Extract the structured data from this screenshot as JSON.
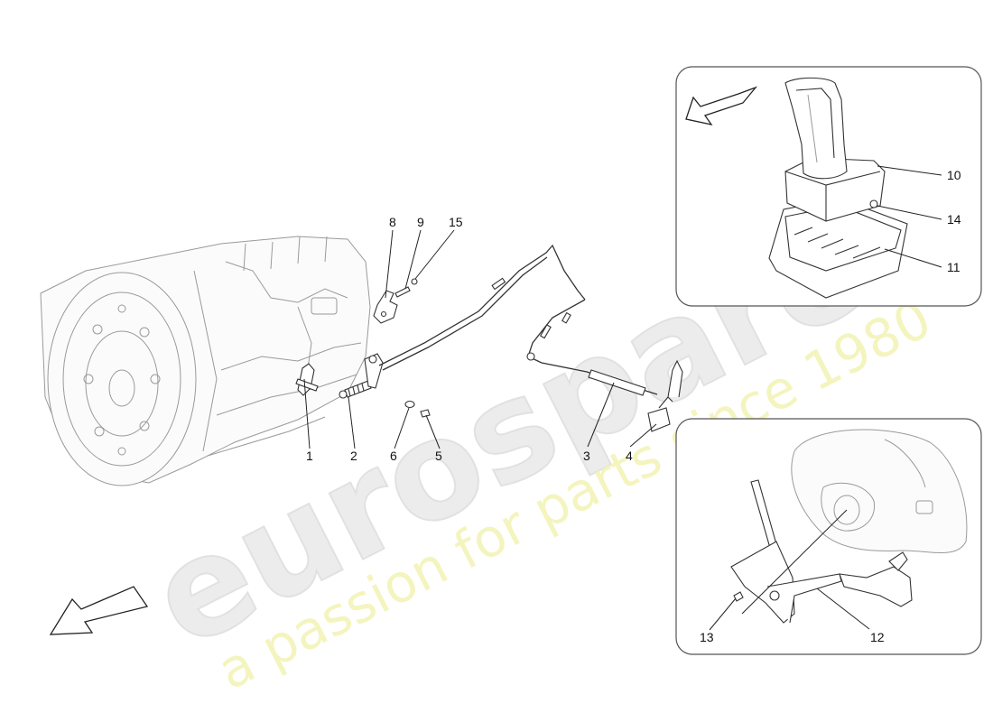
{
  "watermark": {
    "brand": "eurospares",
    "tagline": "a passion for parts since 1980"
  },
  "callouts": {
    "c1": "1",
    "c2": "2",
    "c3": "3",
    "c4": "4",
    "c5": "5",
    "c6": "6",
    "c8": "8",
    "c9": "9",
    "c10": "10",
    "c11": "11",
    "c12": "12",
    "c13": "13",
    "c14": "14",
    "c15": "15"
  },
  "icons": [
    "direction-arrow-icon"
  ]
}
